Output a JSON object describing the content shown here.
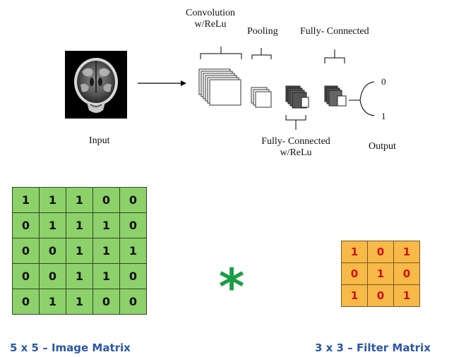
{
  "cnn": {
    "conv_label_line1": "Convolution",
    "conv_label_line2": "w/ReLu",
    "pooling_label": "Pooling",
    "fc_top_label": "Fully- Connected",
    "fc_relu_label_line1": "Fully- Connected",
    "fc_relu_label_line2": "w/ReLu",
    "input_label": "Input",
    "output_label": "Output",
    "output_values": [
      "0",
      "1"
    ]
  },
  "image_matrix": {
    "caption": "5 x 5 – Image Matrix",
    "rows": [
      [
        "1",
        "1",
        "1",
        "0",
        "0"
      ],
      [
        "0",
        "1",
        "1",
        "1",
        "0"
      ],
      [
        "0",
        "0",
        "1",
        "1",
        "1"
      ],
      [
        "0",
        "0",
        "1",
        "1",
        "0"
      ],
      [
        "0",
        "1",
        "1",
        "0",
        "0"
      ]
    ],
    "cell_color": "#8dd16a"
  },
  "operator": {
    "symbol": "*",
    "color": "#1a9e45"
  },
  "filter_matrix": {
    "caption": "3 x 3 – Filter Matrix",
    "rows": [
      [
        "1",
        "0",
        "1"
      ],
      [
        "0",
        "1",
        "0"
      ],
      [
        "1",
        "0",
        "1"
      ]
    ],
    "cell_color": "#f7b947",
    "text_color": "#d01010"
  },
  "caption_color": "#2b57a8"
}
